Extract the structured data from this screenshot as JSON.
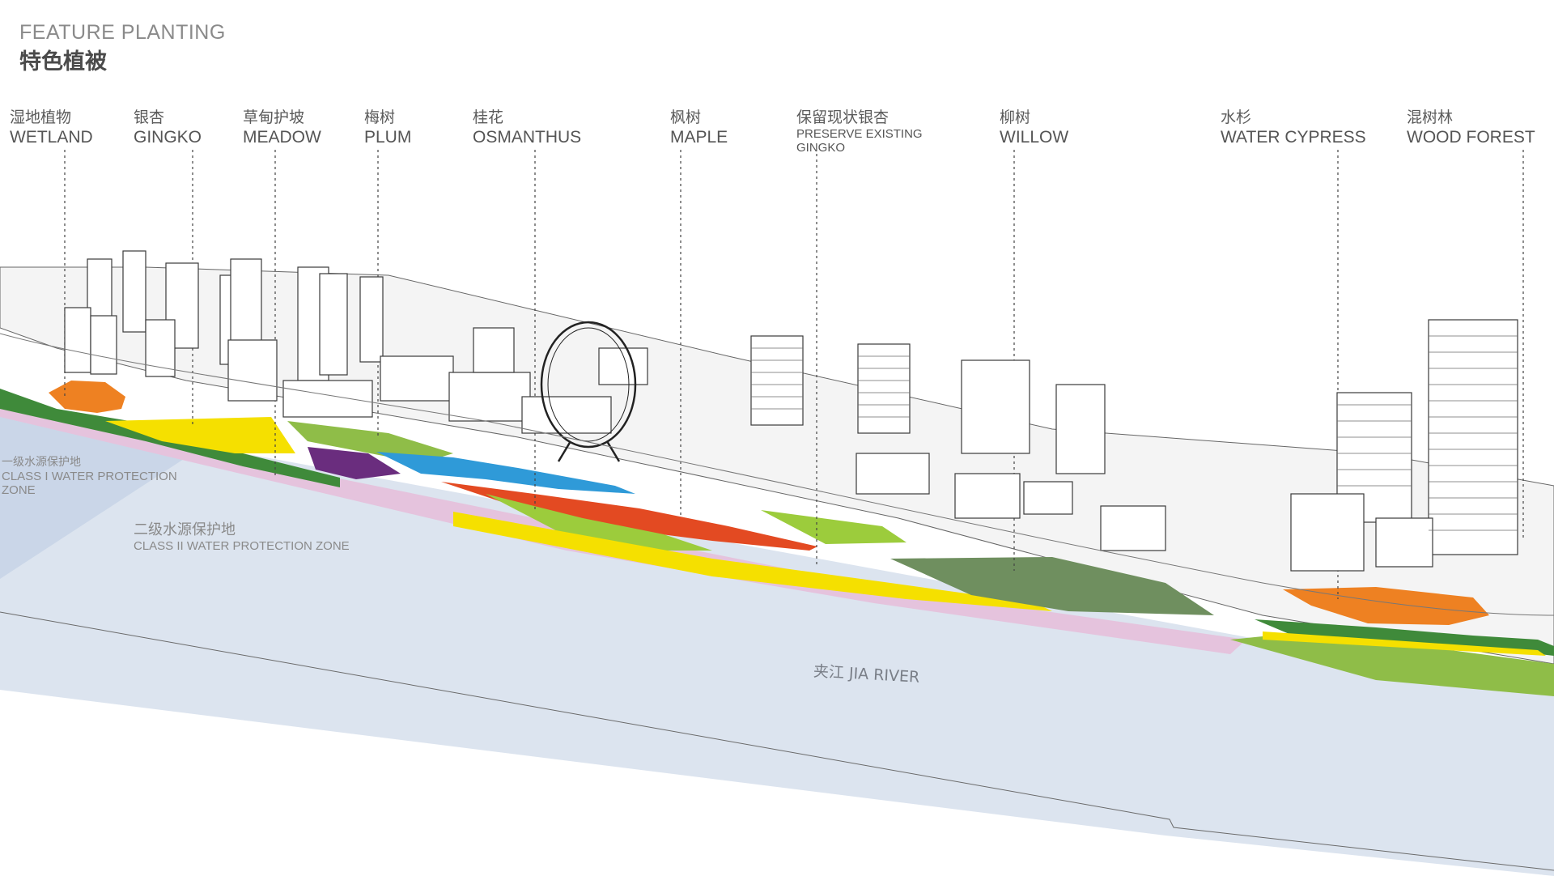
{
  "header": {
    "title_en": "FEATURE PLANTING",
    "title_cn": "特色植被"
  },
  "labels": [
    {
      "id": "wetland",
      "cn": "湿地植物",
      "en": [
        "WETLAND"
      ]
    },
    {
      "id": "gingko",
      "cn": "银杏",
      "en": [
        "GINGKO"
      ]
    },
    {
      "id": "meadow",
      "cn": "草甸护坡",
      "en": [
        "MEADOW"
      ]
    },
    {
      "id": "plum",
      "cn": "梅树",
      "en": [
        "PLUM"
      ]
    },
    {
      "id": "osmanthus",
      "cn": "桂花",
      "en": [
        "OSMANTHUS"
      ]
    },
    {
      "id": "maple",
      "cn": "枫树",
      "en": [
        "MAPLE"
      ]
    },
    {
      "id": "preserve-gingko",
      "cn": "保留现状银杏",
      "en": [
        "PRESERVE EXISTING",
        "GINGKO"
      ]
    },
    {
      "id": "willow",
      "cn": "柳树",
      "en": [
        "WILLOW"
      ]
    },
    {
      "id": "water-cypress",
      "cn": "水杉",
      "en": [
        "WATER CYPRESS"
      ]
    },
    {
      "id": "wood-forest",
      "cn": "混树林",
      "en": [
        "WOOD FOREST"
      ]
    }
  ],
  "zones": {
    "class1": {
      "cn": "一级水源保护地",
      "en": [
        "CLASS I WATER PROTECTION",
        "ZONE"
      ]
    },
    "class2": {
      "cn": "二级水源保护地",
      "en": [
        "CLASS II WATER PROTECTION ZONE"
      ]
    }
  },
  "river": {
    "label": "夹江 JIA RIVER"
  },
  "colors": {
    "river": "#dce4ef",
    "class1_zone": "#c7d4e6",
    "pink_buffer": "#e5c3dd",
    "wetland_orange": "#ee8122",
    "gingko_yellow": "#f5e000",
    "meadow_green": "#8fbd48",
    "lime_green": "#9ccc3c",
    "plum_purple": "#6a2d7e",
    "water_blue": "#2f9ad8",
    "maple_red": "#e34a22",
    "willow_green": "#6f8f5f",
    "dark_green": "#3f8a3a",
    "building_stroke": "#3a3a3a"
  }
}
